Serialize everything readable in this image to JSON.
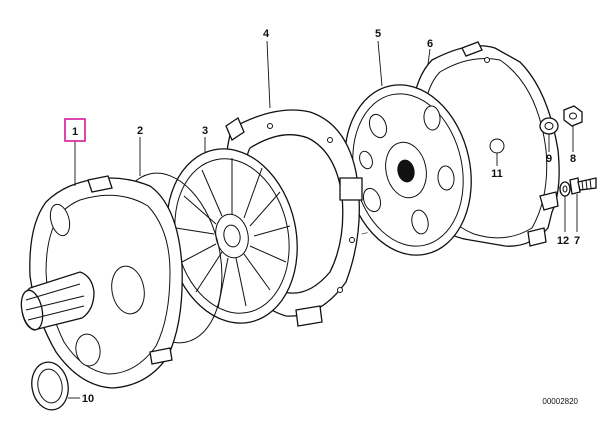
{
  "diagram": {
    "callouts": [
      {
        "id": "1",
        "highlighted": true
      },
      {
        "id": "2"
      },
      {
        "id": "3"
      },
      {
        "id": "4"
      },
      {
        "id": "5"
      },
      {
        "id": "6"
      },
      {
        "id": "7"
      },
      {
        "id": "8"
      },
      {
        "id": "9"
      },
      {
        "id": "10"
      },
      {
        "id": "11"
      },
      {
        "id": "12"
      }
    ],
    "reference_number": "00002820",
    "highlight_color": "#d6199a"
  }
}
